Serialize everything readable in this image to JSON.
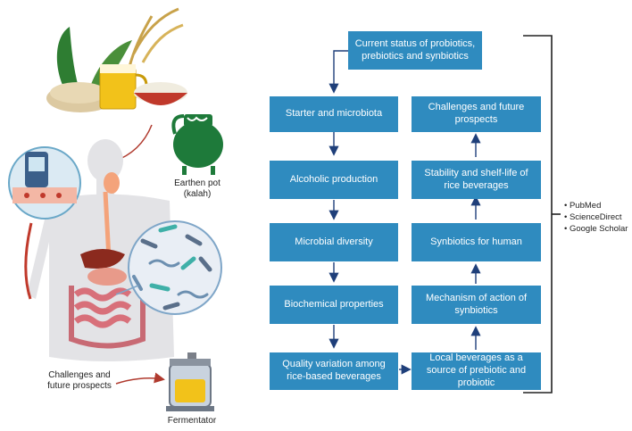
{
  "flowchart": {
    "top": "Current status of probiotics, prebiotics and synbiotics",
    "left": [
      "Starter and microbiota",
      "Alcoholic production",
      "Microbial diversity",
      "Biochemical properties",
      "Quality variation among rice-based beverages"
    ],
    "right": [
      "Local beverages as a source of prebiotic and probiotic",
      "Mechanism of action of synbiotics",
      "Synbiotics for human",
      "Stability and shelf-life of rice beverages",
      "Challenges and future prospects"
    ]
  },
  "databases": [
    "PubMed",
    "ScienceDirect",
    "Google Scholar"
  ],
  "illustration": {
    "earthen_pot": "Earthen pot (kalah)",
    "challenges": "Challenges and future prospects",
    "fermentator": "Fermentator"
  },
  "colors": {
    "box": "#2f8bbf",
    "arrow": "#1f3f7a",
    "curve_arrow": "#b03a2e",
    "pot": "#1e7a3a",
    "bracket": "#222222"
  }
}
